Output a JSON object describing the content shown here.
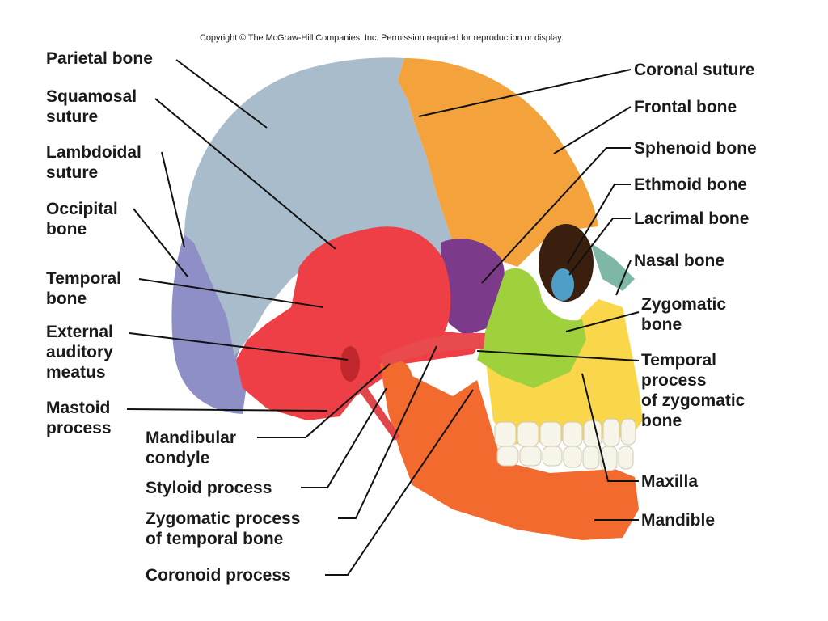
{
  "copyright": "Copyright © The McGraw-Hill Companies, Inc. Permission required for reproduction or display.",
  "labels": {
    "parietal": "Parietal bone",
    "squamosal": "Squamosal\nsuture",
    "lambdoidal": "Lambdoidal\nsuture",
    "occipital": "Occipital\nbone",
    "temporal": "Temporal\nbone",
    "auditory": "External\nauditory\nmeatus",
    "mastoid": "Mastoid\nprocess",
    "condyle": "Mandibular\ncondyle",
    "styloid": "Styloid process",
    "zygomatic_process": "Zygomatic process\nof temporal bone",
    "coronoid": "Coronoid process",
    "coronal": "Coronal suture",
    "frontal": "Frontal bone",
    "sphenoid": "Sphenoid bone",
    "ethmoid": "Ethmoid bone",
    "lacrimal": "Lacrimal bone",
    "nasal": "Nasal bone",
    "zygomatic": "Zygomatic\nbone",
    "temporal_process": "Temporal\nprocess\nof zygomatic\nbone",
    "maxilla": "Maxilla",
    "mandible": "Mandible"
  },
  "colors": {
    "parietal": "#a9bccb",
    "frontal": "#f3a23c",
    "occipital": "#8d8fc6",
    "temporal": "#ef3f46",
    "sphenoid": "#7b3a8a",
    "zygomatic": "#9fd13d",
    "maxilla": "#f9d64a",
    "mandible": "#f26a2d",
    "nasal": "#7fb7a6",
    "lacrimal": "#4f9ec8",
    "teeth": "#f7f5ea"
  }
}
